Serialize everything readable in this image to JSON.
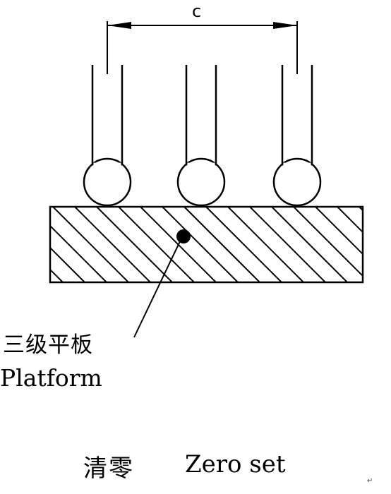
{
  "dimension_label": "c",
  "platform_label_cn": "三级平板",
  "platform_label_en": "Platform",
  "caption_cn": "清零",
  "caption_en": "Zero set",
  "corner_mark": "↵",
  "colors": {
    "line": "#000000",
    "background": "#ffffff"
  },
  "probes": [
    {
      "name": "probe-left"
    },
    {
      "name": "probe-middle"
    },
    {
      "name": "probe-right"
    }
  ]
}
